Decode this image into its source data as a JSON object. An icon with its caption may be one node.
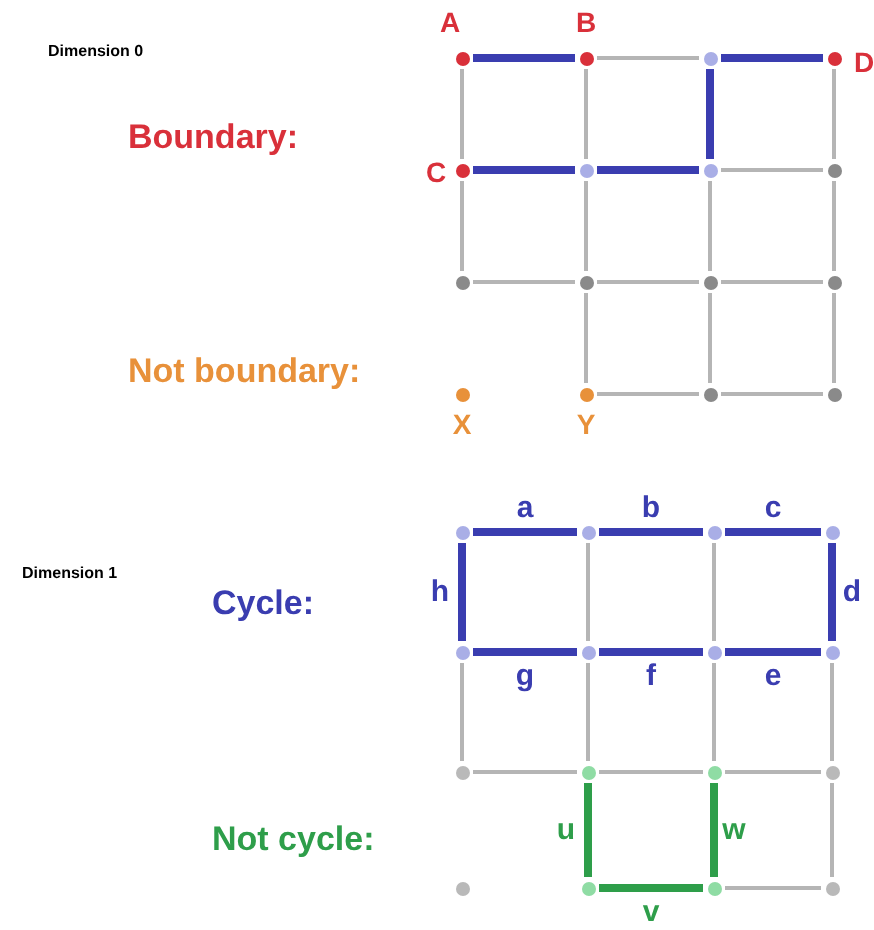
{
  "diagram": {
    "nodes": [
      {
        "text": [],
        "shape": "circle",
        "beside": [
          "A"
        ]
      },
      {
        "text": [],
        "shape": "circle",
        "beside": [
          "B"
        ]
      },
      {
        "text": [],
        "shape": "circle"
      },
      {
        "text": [],
        "shape": "circle",
        "beside": [
          "D"
        ]
      },
      {
        "text": [],
        "shape": "circle",
        "beside": [
          "C"
        ]
      },
      {
        "text": [],
        "shape": "circle"
      },
      {
        "text": [],
        "shape": "circle"
      },
      {
        "text": [],
        "shape": "circle"
      },
      {
        "text": [],
        "shape": "circle"
      },
      {
        "text": [],
        "shape": "circle"
      },
      {
        "text": [],
        "shape": "circle"
      },
      {
        "text": [],
        "shape": "circle"
      },
      {
        "text": [],
        "shape": "circle",
        "beside": [
          "X"
        ]
      },
      {
        "text": [],
        "shape": "circle",
        "beside": [
          "Y"
        ]
      },
      {
        "text": [],
        "shape": "circle"
      },
      {
        "text": [],
        "shape": "circle"
      },
      {
        "text": [],
        "shape": "circle"
      },
      {
        "text": [],
        "shape": "circle"
      },
      {
        "text": [],
        "shape": "circle"
      },
      {
        "text": [],
        "shape": "circle"
      },
      {
        "text": [],
        "shape": "circle"
      },
      {
        "text": [],
        "shape": "circle"
      },
      {
        "text": [],
        "shape": "circle"
      },
      {
        "text": [],
        "shape": "circle"
      },
      {
        "text": [],
        "shape": "circle"
      },
      {
        "text": [],
        "shape": "circle"
      },
      {
        "text": [],
        "shape": "circle"
      },
      {
        "text": [],
        "shape": "circle"
      },
      {
        "text": [],
        "shape": "circle"
      },
      {
        "text": [],
        "shape": "circle"
      },
      {
        "text": [],
        "shape": "circle"
      },
      {
        "text": [],
        "shape": "circle"
      }
    ],
    "edges": [
      {
        "from": 0,
        "to": 1,
        "arrow": "none",
        "style": "thick",
        "color": "#3a3db0"
      },
      {
        "from": 1,
        "to": 2,
        "arrow": "none"
      },
      {
        "from": 2,
        "to": 3,
        "arrow": "none",
        "style": "thick",
        "color": "#3a3db0"
      },
      {
        "from": 4,
        "to": 5,
        "arrow": "none",
        "style": "thick",
        "color": "#3a3db0"
      },
      {
        "from": 5,
        "to": 6,
        "arrow": "none",
        "style": "thick",
        "color": "#3a3db0"
      },
      {
        "from": 6,
        "to": 7,
        "arrow": "none"
      },
      {
        "from": 8,
        "to": 9,
        "arrow": "none"
      },
      {
        "from": 9,
        "to": 10,
        "arrow": "none"
      },
      {
        "from": 10,
        "to": 11,
        "arrow": "none"
      },
      {
        "from": 13,
        "to": 14,
        "arrow": "none"
      },
      {
        "from": 14,
        "to": 15,
        "arrow": "none"
      },
      {
        "from": 0,
        "to": 4,
        "arrow": "none"
      },
      {
        "from": 4,
        "to": 8,
        "arrow": "none"
      },
      {
        "from": 1,
        "to": 5,
        "arrow": "none"
      },
      {
        "from": 5,
        "to": 9,
        "arrow": "none"
      },
      {
        "from": 9,
        "to": 13,
        "arrow": "none"
      },
      {
        "from": 2,
        "to": 6,
        "arrow": "none",
        "style": "thick",
        "color": "#3a3db0"
      },
      {
        "from": 6,
        "to": 10,
        "arrow": "none"
      },
      {
        "from": 10,
        "to": 14,
        "arrow": "none"
      },
      {
        "from": 3,
        "to": 7,
        "arrow": "none"
      },
      {
        "from": 7,
        "to": 11,
        "arrow": "none"
      },
      {
        "from": 11,
        "to": 15,
        "arrow": "none"
      },
      {
        "from": 16,
        "to": 17,
        "arrow": "none",
        "label": "a",
        "style": "thick",
        "color": "#3a3db0"
      },
      {
        "from": 17,
        "to": 18,
        "arrow": "none",
        "label": "b",
        "style": "thick",
        "color": "#3a3db0"
      },
      {
        "from": 18,
        "to": 19,
        "arrow": "none",
        "label": "c",
        "style": "thick",
        "color": "#3a3db0"
      },
      {
        "from": 20,
        "to": 21,
        "arrow": "none",
        "label": "g",
        "style": "thick",
        "color": "#3a3db0"
      },
      {
        "from": 21,
        "to": 22,
        "arrow": "none",
        "label": "f",
        "style": "thick",
        "color": "#3a3db0"
      },
      {
        "from": 22,
        "to": 23,
        "arrow": "none",
        "label": "e",
        "style": "thick",
        "color": "#3a3db0"
      },
      {
        "from": 24,
        "to": 25,
        "arrow": "none"
      },
      {
        "from": 25,
        "to": 26,
        "arrow": "none"
      },
      {
        "from": 26,
        "to": 27,
        "arrow": "none"
      },
      {
        "from": 29,
        "to": 30,
        "arrow": "none",
        "label": "v",
        "style": "thick",
        "color": "#2e9e4a"
      },
      {
        "from": 30,
        "to": 31,
        "arrow": "none"
      },
      {
        "from": 16,
        "to": 20,
        "arrow": "none",
        "label": "h",
        "style": "thick",
        "color": "#3a3db0"
      },
      {
        "from": 20,
        "to": 24,
        "arrow": "none"
      },
      {
        "from": 17,
        "to": 21,
        "arrow": "none"
      },
      {
        "from": 21,
        "to": 25,
        "arrow": "none"
      },
      {
        "from": 25,
        "to": 29,
        "arrow": "none",
        "label": "u",
        "style": "thick",
        "color": "#2e9e4a"
      },
      {
        "from": 18,
        "to": 22,
        "arrow": "none"
      },
      {
        "from": 22,
        "to": 26,
        "arrow": "none"
      },
      {
        "from": 26,
        "to": 30,
        "arrow": "none",
        "label": "w",
        "style": "thick",
        "color": "#2e9e4a"
      },
      {
        "from": 19,
        "to": 23,
        "arrow": "none",
        "label": "d",
        "style": "thick",
        "color": "#3a3db0"
      },
      {
        "from": 23,
        "to": 27,
        "arrow": "none"
      },
      {
        "from": 27,
        "to": 31,
        "arrow": "none"
      }
    ],
    "labels": [
      "Dimension 0",
      "Boundary:",
      "Not boundary:",
      "Dimension 1",
      "Cycle:",
      "Not cycle:"
    ]
  }
}
